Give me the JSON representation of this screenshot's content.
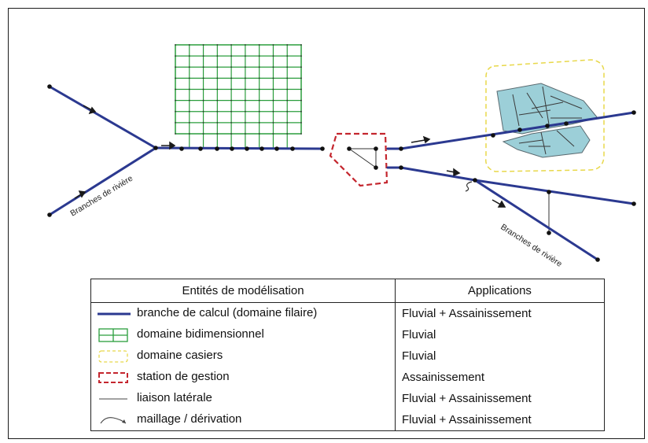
{
  "diagram": {
    "branch_labels": [
      "Branches de rivière",
      "Branches de rivière"
    ]
  },
  "legend": {
    "header_entities": "Entités de modélisation",
    "header_applications": "Applications",
    "rows": [
      {
        "symbol": "calc-branch-symbol",
        "entity": "branche de calcul (domaine filaire)",
        "application": "Fluvial + Assainissement"
      },
      {
        "symbol": "2d-domain-symbol",
        "entity": "domaine bidimensionnel",
        "application": "Fluvial"
      },
      {
        "symbol": "casier-domain-symbol",
        "entity": "domaine casiers",
        "application": "Fluvial"
      },
      {
        "symbol": "management-station-symbol",
        "entity": "station de gestion",
        "application": "Assainissement"
      },
      {
        "symbol": "lateral-link-symbol",
        "entity": "liaison latérale",
        "application": "Fluvial + Assainissement"
      },
      {
        "symbol": "mesh-derivation-symbol",
        "entity": "maillage / dérivation",
        "application": "Fluvial + Assainissement"
      }
    ]
  },
  "colors": {
    "branch": "#2b3990",
    "grid": "#2a9d3c",
    "casier": "#e8d84a",
    "station": "#c4262e",
    "casier_fill": "#9ccfd8"
  }
}
